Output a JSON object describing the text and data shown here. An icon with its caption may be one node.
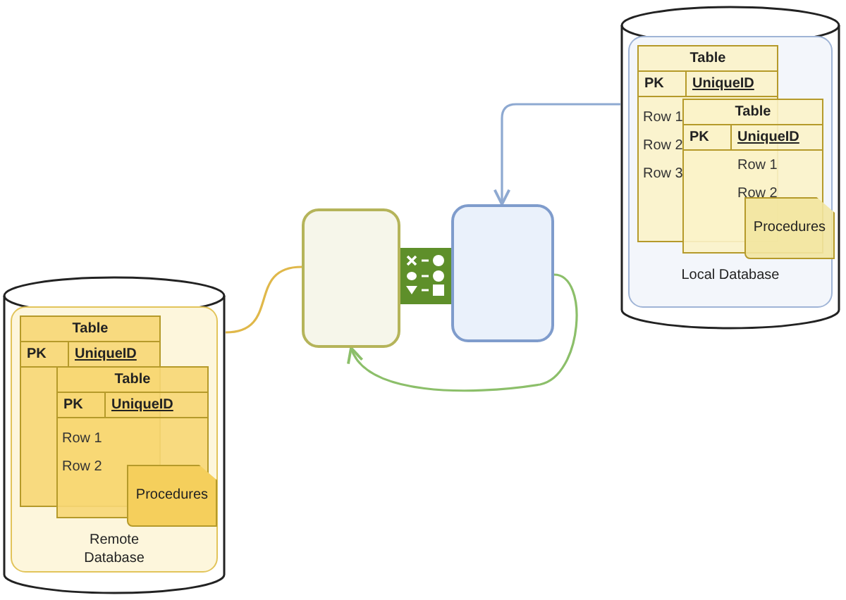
{
  "diagram": {
    "nodes": [
      {
        "text": [
          "Local Database"
        ]
      },
      {
        "text": [
          "Table",
          "PK",
          "UniqueID",
          "Row 1",
          "Row 2",
          "Row 3"
        ],
        "in": 0
      },
      {
        "text": [
          "Table",
          "PK",
          "UniqueID",
          "Row 1",
          "Row 2"
        ],
        "in": 0
      },
      {
        "text": [
          "Procedures"
        ],
        "in": 0
      },
      {
        "text": [
          "Remote Database"
        ]
      },
      {
        "text": [
          "Table",
          "PK",
          "UniqueID"
        ],
        "in": 4
      },
      {
        "text": [
          "Table",
          "PK",
          "UniqueID",
          "Row 1",
          "Row 2"
        ],
        "in": 4
      },
      {
        "text": [
          "Procedures"
        ],
        "in": 4
      },
      {
        "text": [],
        "shape": "box"
      },
      {
        "text": [],
        "shape": "box"
      }
    ],
    "edges": [
      {
        "from": 0,
        "to": 9,
        "arrow": "to",
        "color": "#8ea9d1"
      },
      {
        "from": 4,
        "to": 8,
        "arrow": "none",
        "color": "#e0b84a"
      },
      {
        "from": 9,
        "to": 8,
        "arrow": "to",
        "color": "#8cbf6a"
      }
    ]
  }
}
